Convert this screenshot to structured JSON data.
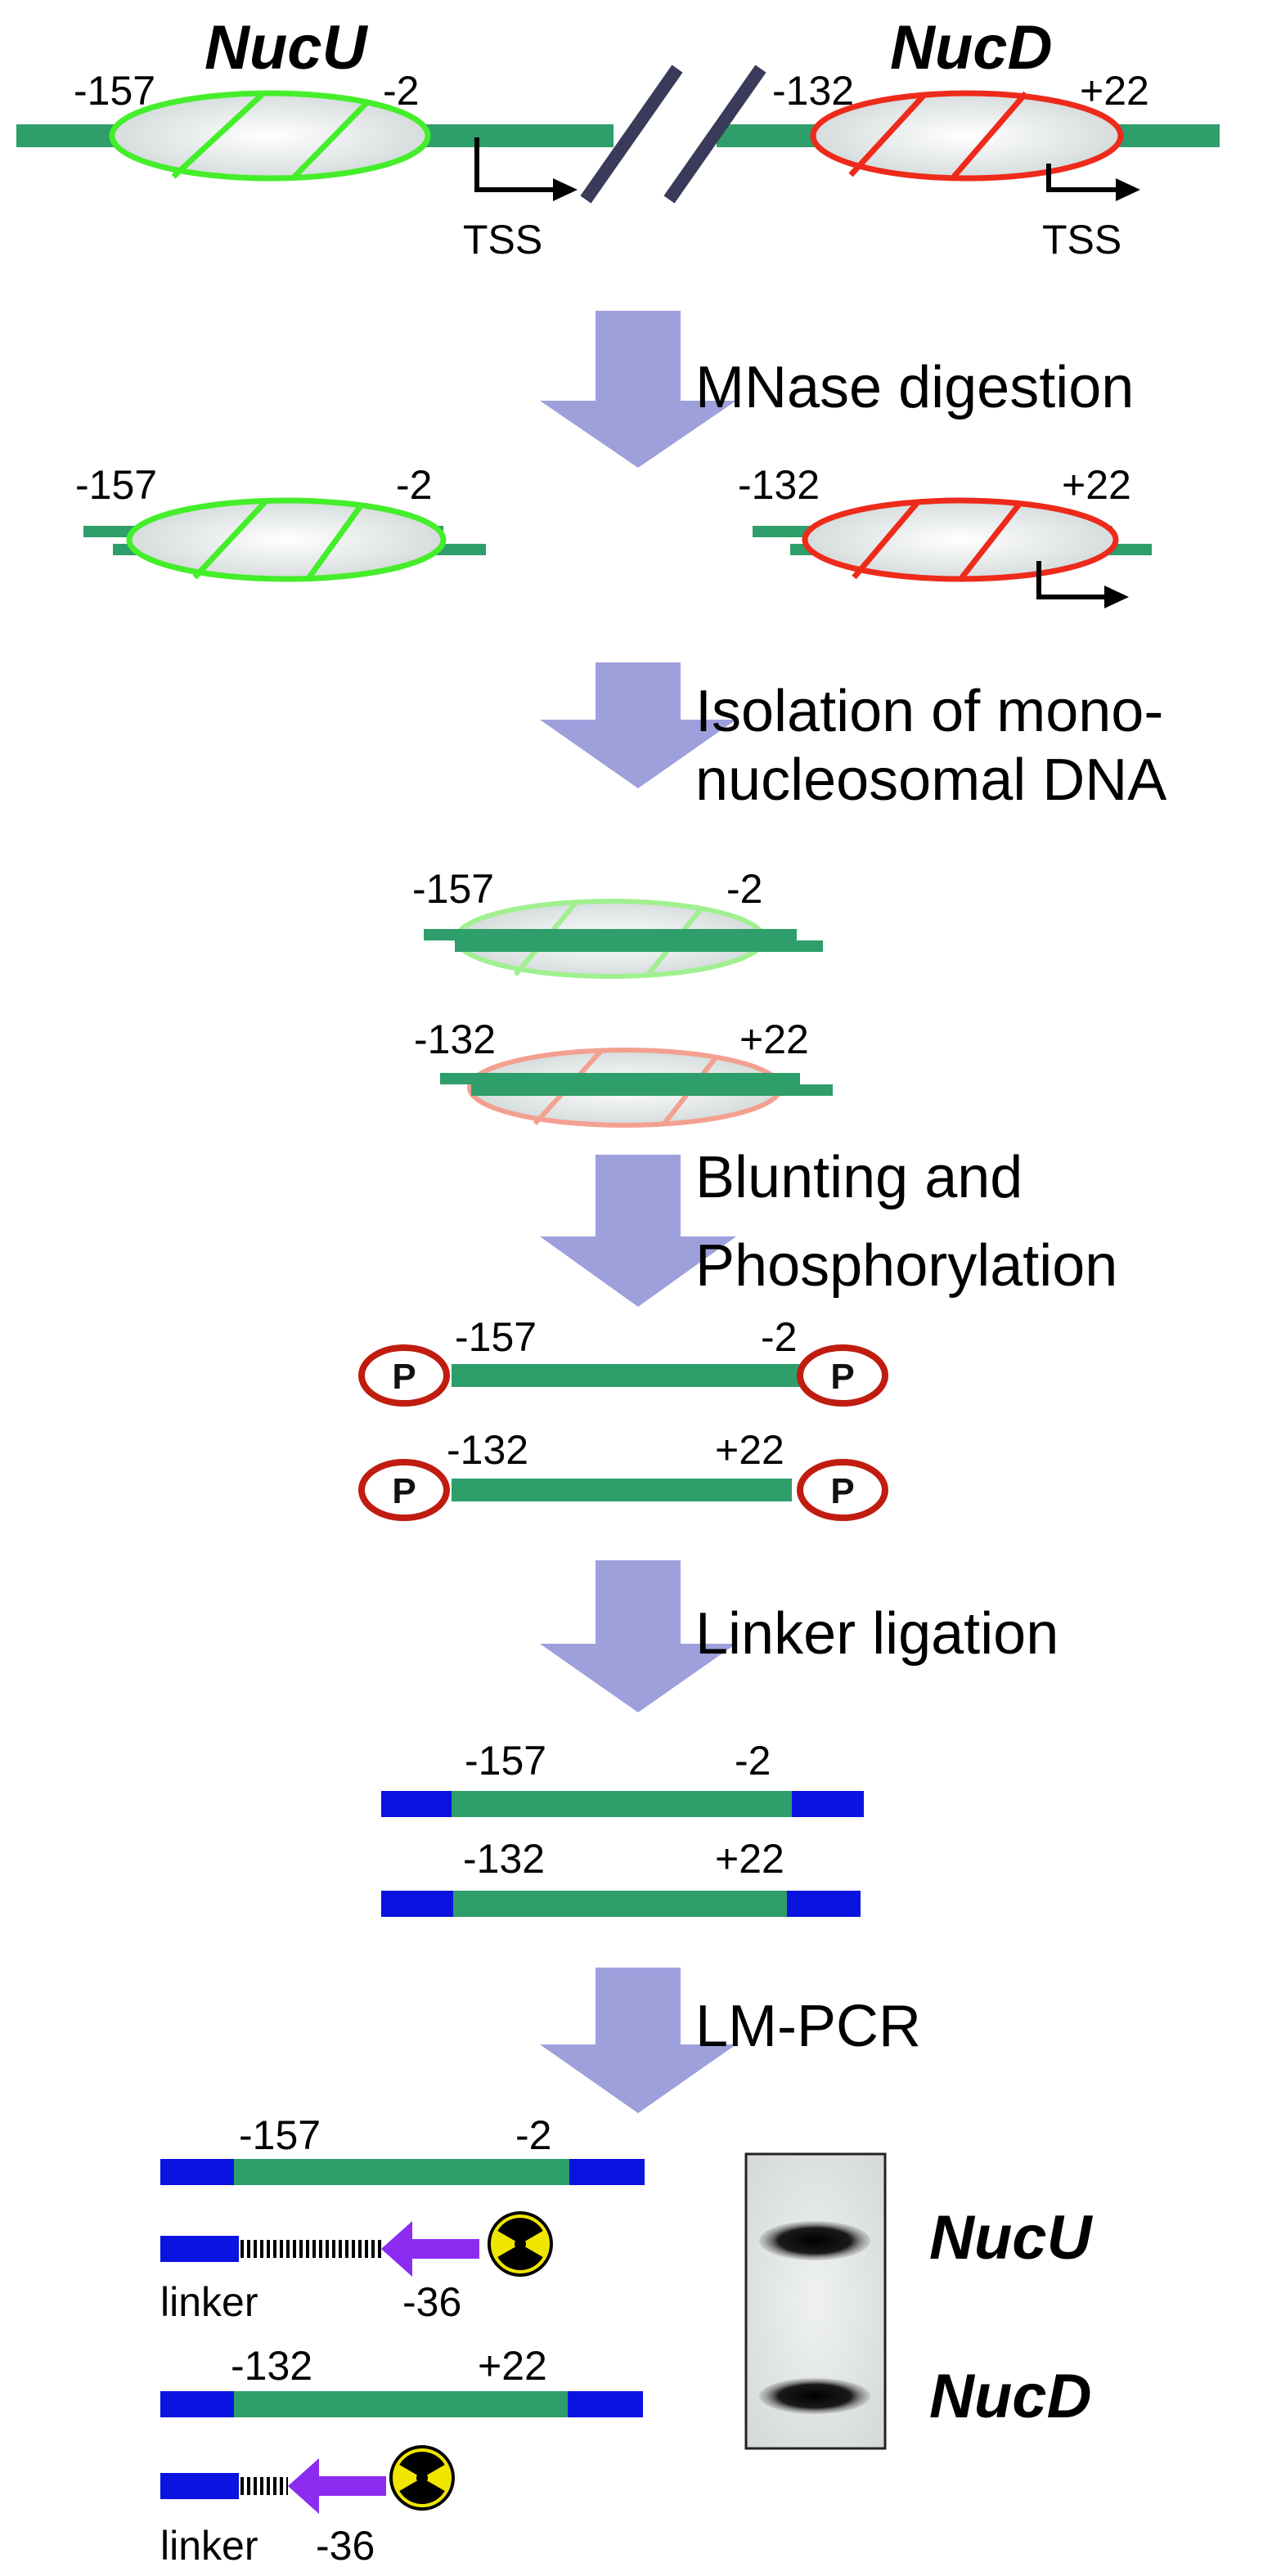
{
  "colors": {
    "dna": "#2e9e6a",
    "linker": "#0a14e0",
    "nucU": "#44ee2a",
    "nucD": "#ee2a1a",
    "nucU_faded": "#a0f090",
    "nucD_faded": "#f4a090",
    "arrow": "#9ea0dc",
    "phosphate": "#c01c10",
    "primer": "#8c2cf0",
    "radio": "#f0e600",
    "cut": "#3a3a5a"
  },
  "genes": {
    "nucU": "NucU",
    "nucD": "NucD"
  },
  "labels": {
    "pos_u_start": "-157",
    "pos_u_end": "-2",
    "pos_d_start": "-132",
    "pos_d_end": "+22",
    "tss": "TSS",
    "phosphate": "P",
    "linker": "linker",
    "primer_pos": "-36"
  },
  "steps": {
    "mnase": "MNase digestion",
    "isolation_1": "Isolation of mono-",
    "isolation_2": "nucleosomal DNA",
    "blunting_1": "Blunting and",
    "blunting_2": "Phosphorylation",
    "ligation": "Linker ligation",
    "lmpcr": "LM-PCR"
  },
  "gel": {
    "band_top": "NucU",
    "band_bottom": "NucD"
  }
}
